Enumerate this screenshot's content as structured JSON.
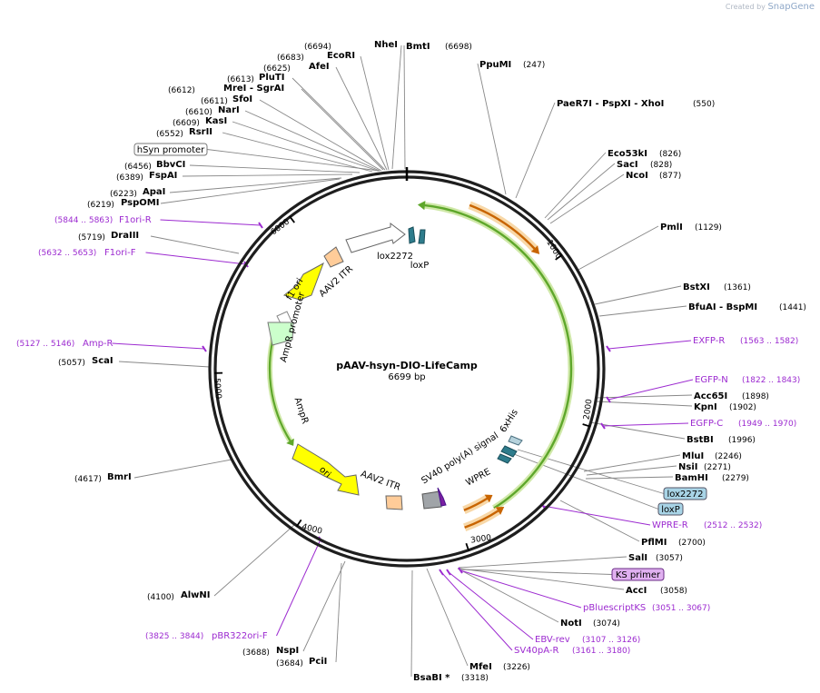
{
  "watermark": {
    "prefix": "Created by",
    "brand": "SnapGene"
  },
  "plasmid": {
    "name": "pAAV-hsyn-DIO-LifeCamp",
    "length_label": "6699 bp",
    "length": 6699
  },
  "ticks": [
    "1000",
    "2000",
    "3000",
    "4000",
    "5000",
    "6000"
  ],
  "enzymes": [
    {
      "name": "NheI",
      "pos": "(6694)"
    },
    {
      "name": "BmtI",
      "pos": "(6698)"
    },
    {
      "name": "EcoRI",
      "pos": "(6683)"
    },
    {
      "name": "PpuMI",
      "pos": "(247)"
    },
    {
      "name": "AfeI",
      "pos": "(6625)"
    },
    {
      "name": "PluTI",
      "pos": "(6613)"
    },
    {
      "name": "MreI - SgrAI",
      "pos": "(6612)"
    },
    {
      "name": "PaeR7I - PspXI - XhoI",
      "pos": "(550)"
    },
    {
      "name": "SfoI",
      "pos": "(6611)"
    },
    {
      "name": "NarI",
      "pos": "(6610)"
    },
    {
      "name": "KasI",
      "pos": "(6609)"
    },
    {
      "name": "RsrII",
      "pos": "(6552)"
    },
    {
      "name": "Eco53kI",
      "pos": "(826)"
    },
    {
      "name": "SacI",
      "pos": "(828)"
    },
    {
      "name": "BbvCI",
      "pos": "(6456)"
    },
    {
      "name": "NcoI",
      "pos": "(877)"
    },
    {
      "name": "FspAI",
      "pos": "(6389)"
    },
    {
      "name": "ApaI",
      "pos": "(6223)"
    },
    {
      "name": "PspOMI",
      "pos": "(6219)"
    },
    {
      "name": "PmlI",
      "pos": "(1129)"
    },
    {
      "name": "DraIII",
      "pos": "(5719)"
    },
    {
      "name": "BstXI",
      "pos": "(1361)"
    },
    {
      "name": "BfuAI - BspMI",
      "pos": "(1441)"
    },
    {
      "name": "ScaI",
      "pos": "(5057)"
    },
    {
      "name": "Acc65I",
      "pos": "(1898)"
    },
    {
      "name": "KpnI",
      "pos": "(1902)"
    },
    {
      "name": "BstBI",
      "pos": "(1996)"
    },
    {
      "name": "MluI",
      "pos": "(2246)"
    },
    {
      "name": "NsiI",
      "pos": "(2271)"
    },
    {
      "name": "BamHI",
      "pos": "(2279)"
    },
    {
      "name": "BmrI",
      "pos": "(4617)"
    },
    {
      "name": "PflMI",
      "pos": "(2700)"
    },
    {
      "name": "SalI",
      "pos": "(3057)"
    },
    {
      "name": "AccI",
      "pos": "(3058)"
    },
    {
      "name": "AlwNI",
      "pos": "(4100)"
    },
    {
      "name": "NotI",
      "pos": "(3074)"
    },
    {
      "name": "NspI",
      "pos": "(3688)"
    },
    {
      "name": "PciI",
      "pos": "(3684)"
    },
    {
      "name": "MfeI",
      "pos": "(3226)"
    },
    {
      "name": "BsaBI *",
      "pos": "(3318)"
    }
  ],
  "primers": [
    {
      "name": "F1ori-R",
      "range": "(5844 .. 5863)"
    },
    {
      "name": "F1ori-F",
      "range": "(5632 .. 5653)"
    },
    {
      "name": "EXFP-R",
      "range": "(1563 .. 1582)"
    },
    {
      "name": "Amp-R",
      "range": "(5127 .. 5146)"
    },
    {
      "name": "EGFP-N",
      "range": "(1822 .. 1843)"
    },
    {
      "name": "EGFP-C",
      "range": "(1949 .. 1970)"
    },
    {
      "name": "WPRE-R",
      "range": "(2512 .. 2532)"
    },
    {
      "name": "pBluescriptKS",
      "range": "(3051 .. 3067)"
    },
    {
      "name": "EBV-rev",
      "range": "(3107 .. 3126)"
    },
    {
      "name": "SV40pA-R",
      "range": "(3161 .. 3180)"
    },
    {
      "name": "pBR322ori-F",
      "range": "(3825 .. 3844)"
    }
  ],
  "boxed": [
    {
      "name": "hSyn promoter"
    },
    {
      "name": "lox2272"
    },
    {
      "name": "loxP"
    },
    {
      "name": "KS primer"
    }
  ],
  "features": [
    {
      "name": "lox2272"
    },
    {
      "name": "loxP"
    },
    {
      "name": "AAV2 ITR"
    },
    {
      "name": "f1 ori"
    },
    {
      "name": "AmpR promoter"
    },
    {
      "name": "AmpR"
    },
    {
      "name": "ori"
    },
    {
      "name": "AAV2 ITR"
    },
    {
      "name": "SV40 poly(A) signal"
    },
    {
      "name": "WPRE"
    },
    {
      "name": "6xHis"
    }
  ],
  "colors": {
    "ring": "#1e1e1e",
    "green_arc": "#5ea72b",
    "orange_arc": "#c86400",
    "primer": "#9c2ad0",
    "feature_yellow": "#ffff00",
    "feature_green": "#ccffcc",
    "feature_salmon": "#ffcc99",
    "box_blue": "#a8d4e6",
    "box_purple": "#e0b0f0"
  }
}
